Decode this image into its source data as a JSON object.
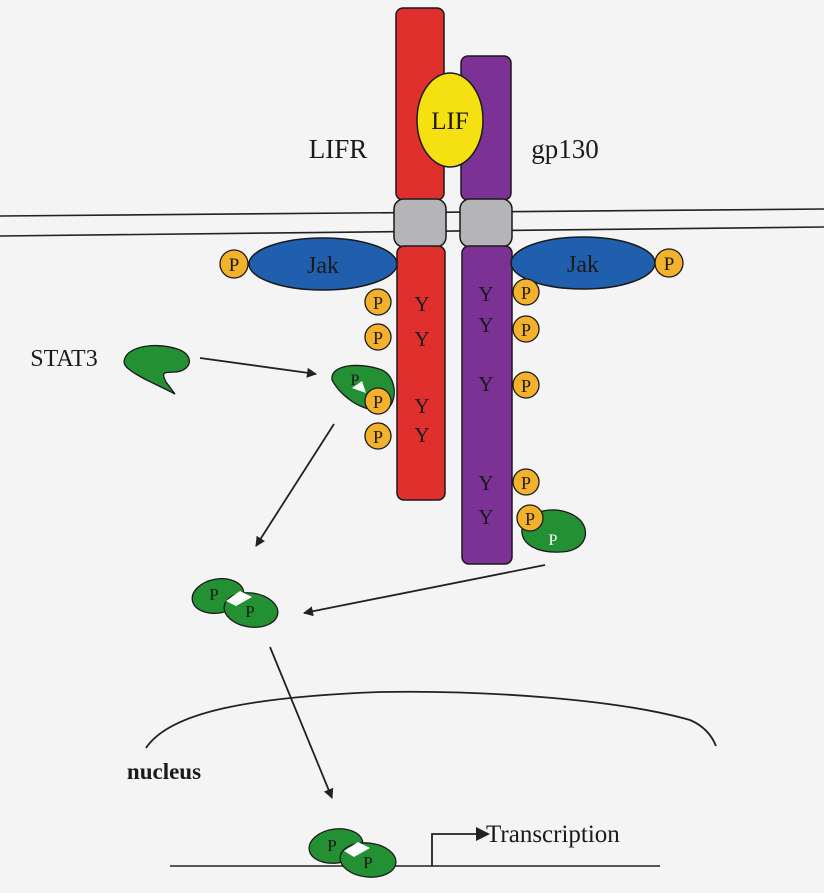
{
  "labels": {
    "lifr": "LIFR",
    "gp130": "gp130",
    "lif": "LIF",
    "stat3": "STAT3",
    "nucleus": "nucleus",
    "transcription": "Transcription",
    "jak": "Jak",
    "p": "P",
    "y": "Y"
  },
  "colors": {
    "lifr": "#e0302e",
    "gp130": "#7b3294",
    "lif": "#f5e012",
    "jak": "#1f5fae",
    "phospho": "#f4b12c",
    "stat3": "#239133",
    "transmembrane": "#b4b4b9"
  }
}
